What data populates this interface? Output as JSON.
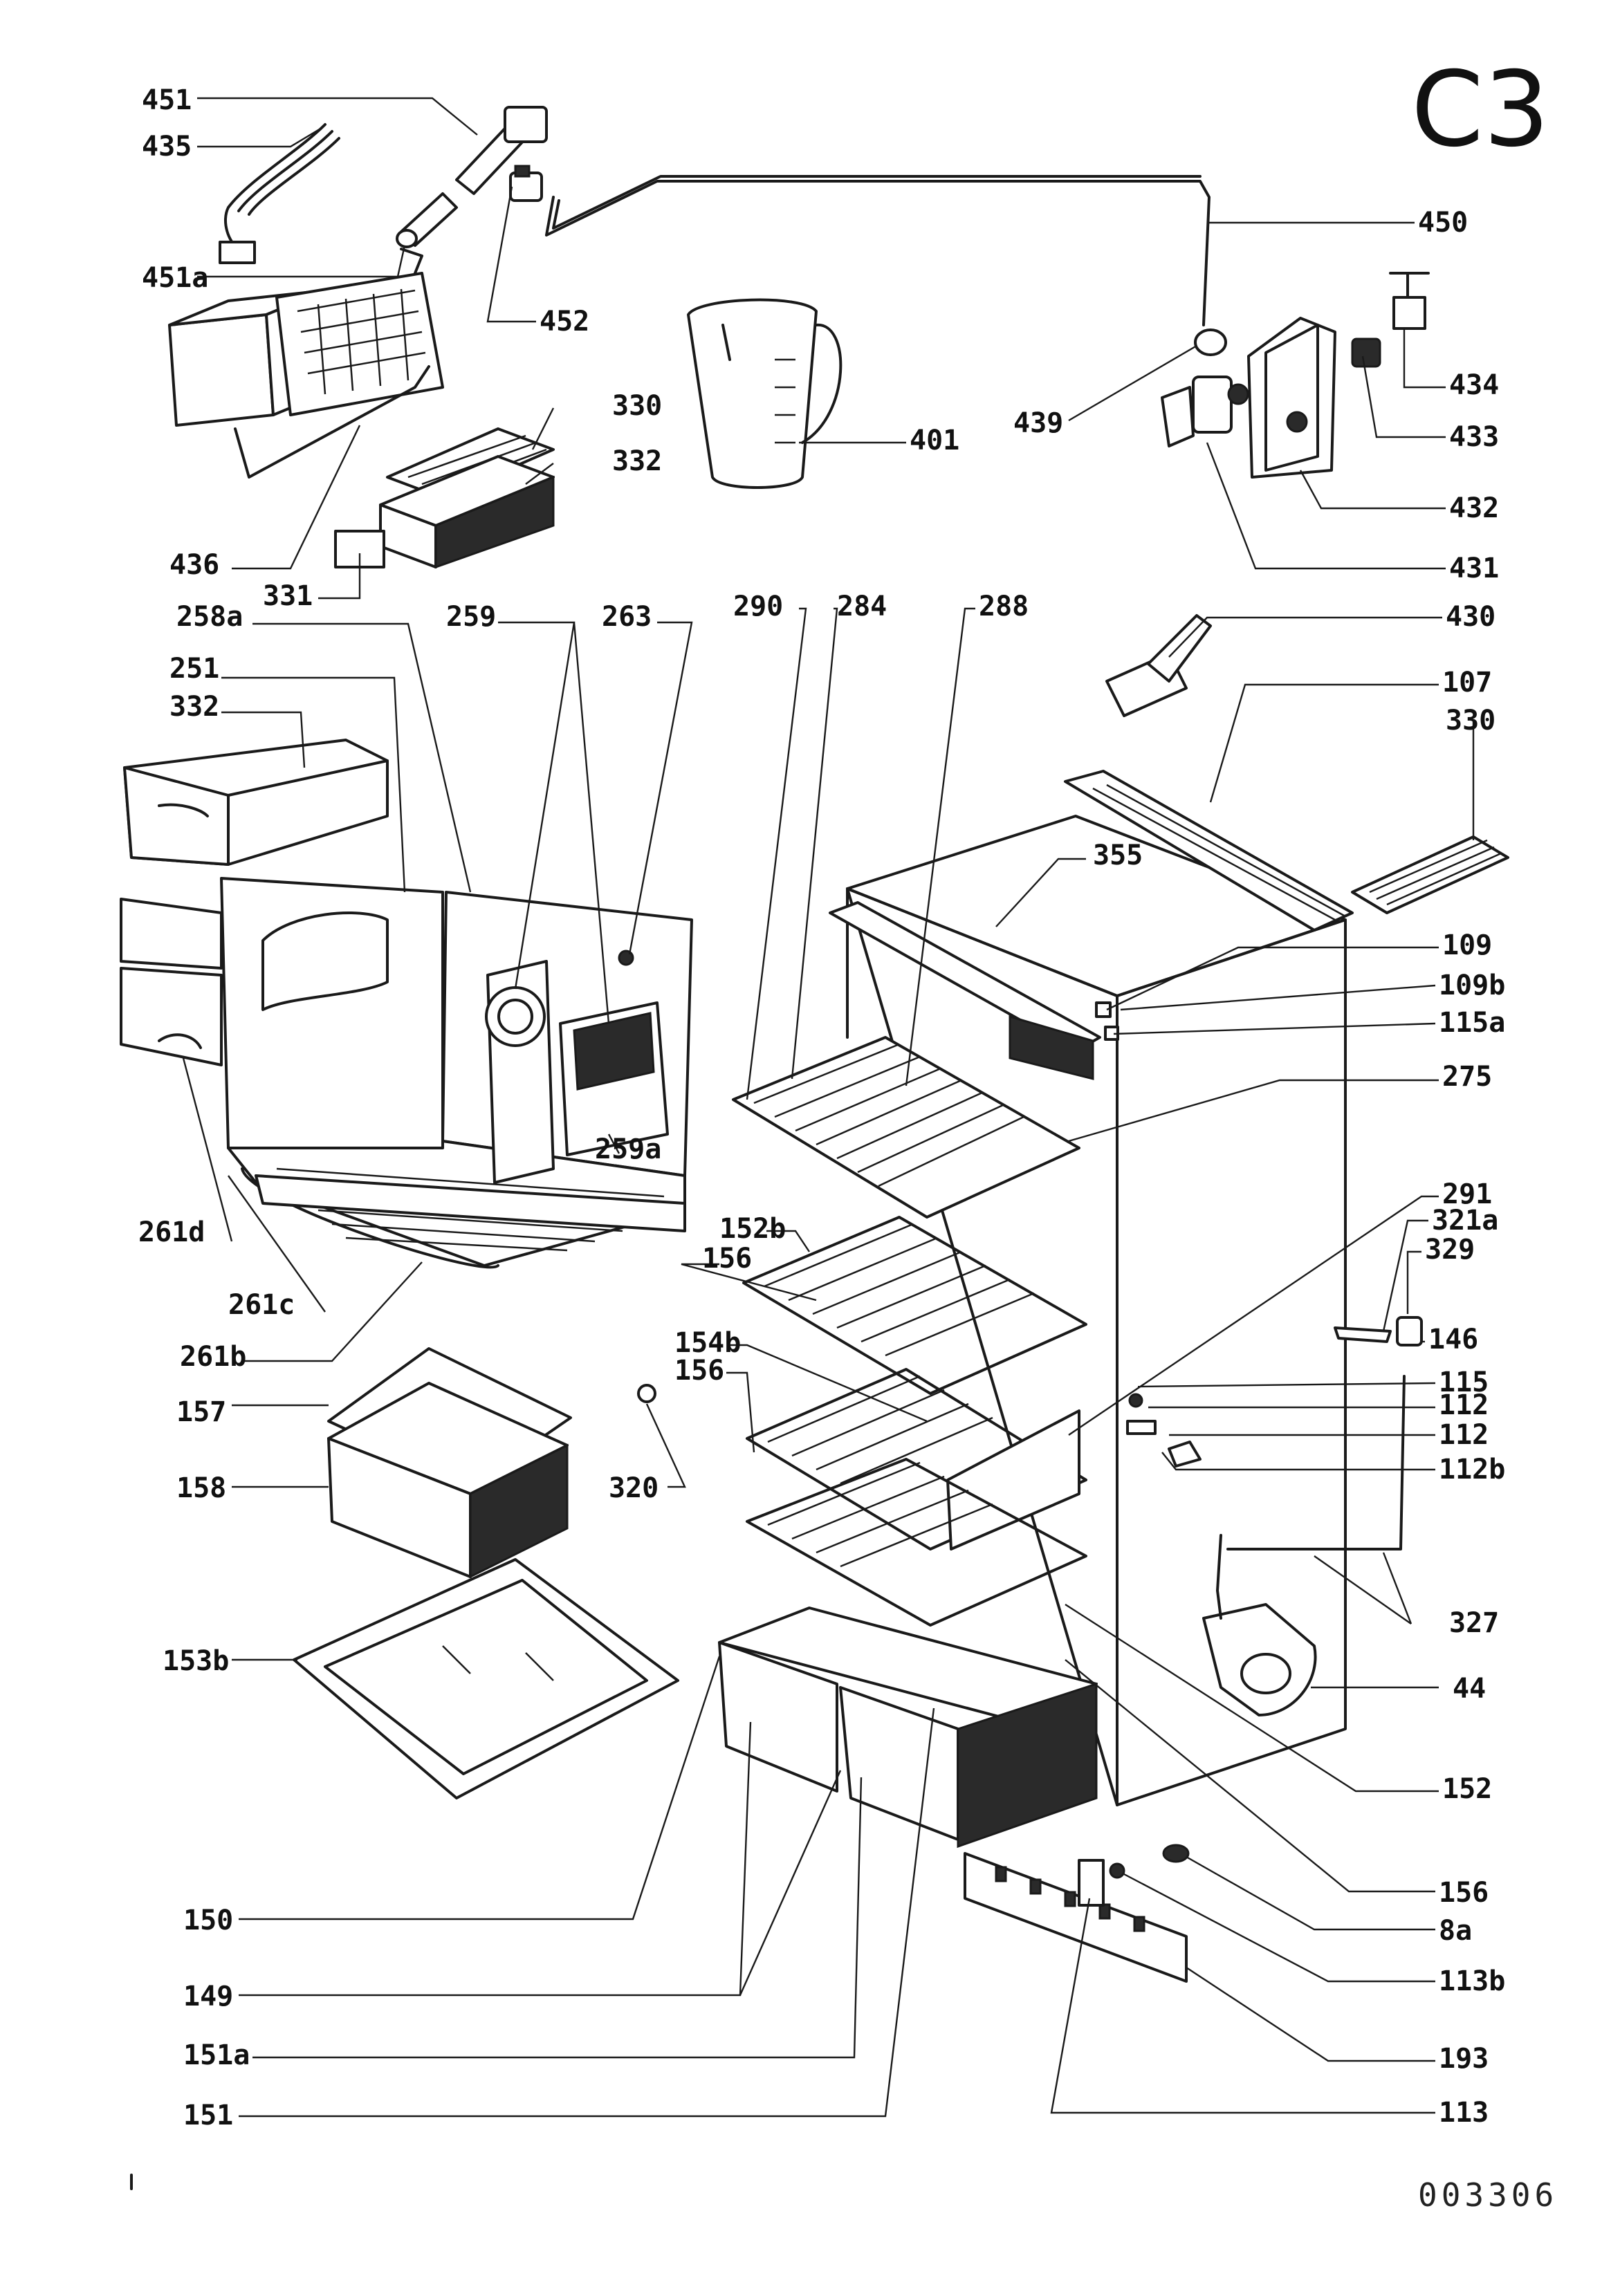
{
  "sheet": {
    "code": "C3",
    "drawing_number": "003306"
  },
  "labels": [
    {
      "id": "451",
      "text": "451"
    },
    {
      "id": "435",
      "text": "435"
    },
    {
      "id": "451a",
      "text": "451a"
    },
    {
      "id": "452",
      "text": "452"
    },
    {
      "id": "450",
      "text": "450"
    },
    {
      "id": "330a",
      "text": "330"
    },
    {
      "id": "332a",
      "text": "332"
    },
    {
      "id": "401",
      "text": "401"
    },
    {
      "id": "439",
      "text": "439"
    },
    {
      "id": "434",
      "text": "434"
    },
    {
      "id": "433",
      "text": "433"
    },
    {
      "id": "432",
      "text": "432"
    },
    {
      "id": "431",
      "text": "431"
    },
    {
      "id": "436",
      "text": "436"
    },
    {
      "id": "331",
      "text": "331"
    },
    {
      "id": "258a",
      "text": "258a"
    },
    {
      "id": "259",
      "text": "259"
    },
    {
      "id": "263",
      "text": "263"
    },
    {
      "id": "290",
      "text": "290"
    },
    {
      "id": "284",
      "text": "284"
    },
    {
      "id": "288",
      "text": "288"
    },
    {
      "id": "430",
      "text": "430"
    },
    {
      "id": "251",
      "text": "251"
    },
    {
      "id": "107",
      "text": "107"
    },
    {
      "id": "332b",
      "text": "332"
    },
    {
      "id": "330b",
      "text": "330"
    },
    {
      "id": "355",
      "text": "355"
    },
    {
      "id": "109",
      "text": "109"
    },
    {
      "id": "109b",
      "text": "109b"
    },
    {
      "id": "115a",
      "text": "115a"
    },
    {
      "id": "275",
      "text": "275"
    },
    {
      "id": "259a",
      "text": "259a"
    },
    {
      "id": "291",
      "text": "291"
    },
    {
      "id": "321a",
      "text": "321a"
    },
    {
      "id": "329",
      "text": "329"
    },
    {
      "id": "261d",
      "text": "261d"
    },
    {
      "id": "152b",
      "text": "152b"
    },
    {
      "id": "156a",
      "text": "156"
    },
    {
      "id": "261c",
      "text": "261c"
    },
    {
      "id": "146",
      "text": "146"
    },
    {
      "id": "261b",
      "text": "261b"
    },
    {
      "id": "154b",
      "text": "154b"
    },
    {
      "id": "156b",
      "text": "156"
    },
    {
      "id": "115",
      "text": "115"
    },
    {
      "id": "112a",
      "text": "112"
    },
    {
      "id": "157",
      "text": "157"
    },
    {
      "id": "112b",
      "text": "112"
    },
    {
      "id": "112c",
      "text": "112b"
    },
    {
      "id": "158",
      "text": "158"
    },
    {
      "id": "320",
      "text": "320"
    },
    {
      "id": "327",
      "text": "327"
    },
    {
      "id": "153b",
      "text": "153b"
    },
    {
      "id": "44",
      "text": "44"
    },
    {
      "id": "152",
      "text": "152"
    },
    {
      "id": "156c",
      "text": "156"
    },
    {
      "id": "150",
      "text": "150"
    },
    {
      "id": "8a",
      "text": "8a"
    },
    {
      "id": "149",
      "text": "149"
    },
    {
      "id": "113b",
      "text": "113b"
    },
    {
      "id": "193",
      "text": "193"
    },
    {
      "id": "151a",
      "text": "151a"
    },
    {
      "id": "151",
      "text": "151"
    },
    {
      "id": "113",
      "text": "113"
    }
  ]
}
